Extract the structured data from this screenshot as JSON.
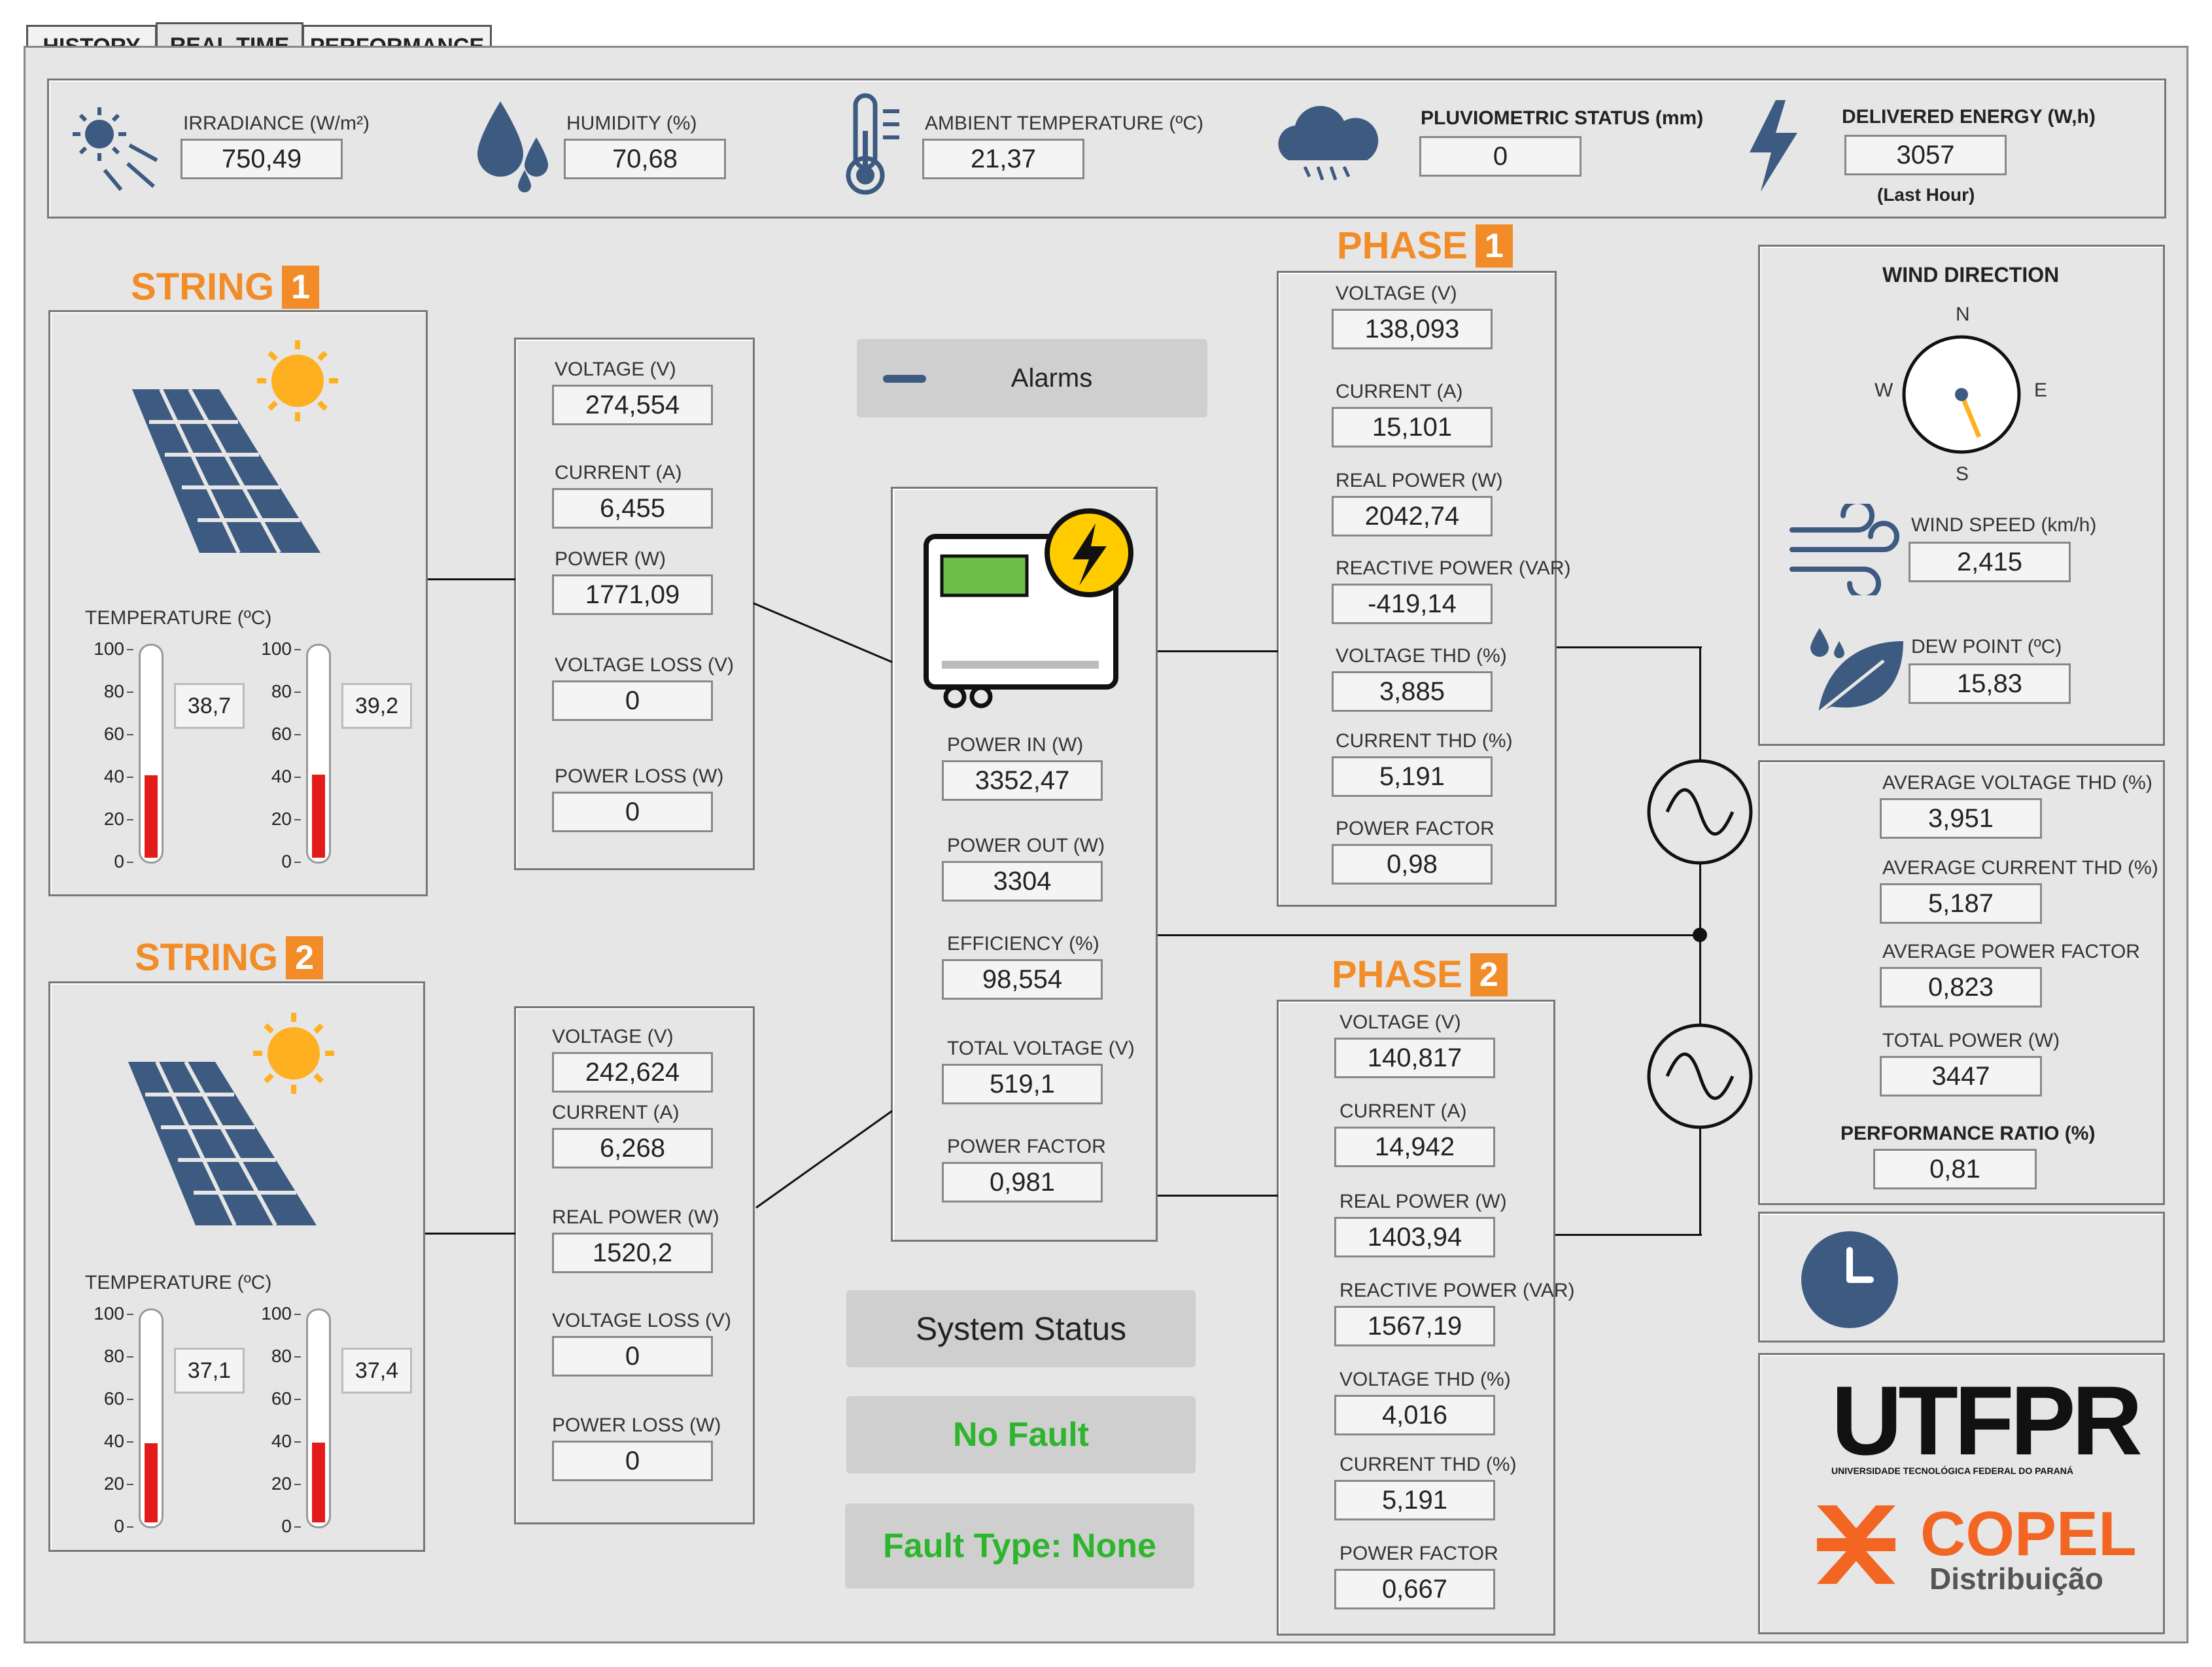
{
  "tabs": [
    "HISTORY",
    "REAL TIME",
    "PERFORMANCE"
  ],
  "weather": {
    "irradiance": {
      "label": "IRRADIANCE (W/m²)",
      "value": "750,49"
    },
    "humidity": {
      "label": "HUMIDITY (%)",
      "value": "70,68"
    },
    "ambient_temperature": {
      "label": "AMBIENT TEMPERATURE (ºC)",
      "value": "21,37"
    },
    "pluviometric": {
      "label": "PLUVIOMETRIC STATUS (mm)",
      "value": "0"
    },
    "delivered_energy": {
      "label": "DELIVERED ENERGY (W,h)",
      "value": "3057",
      "note": "(Last Hour)"
    }
  },
  "strings": [
    {
      "title": "STRING",
      "number": "1",
      "temperature_label": "TEMPERATURE (ºC)",
      "temp1": "38,7",
      "temp2": "39,2",
      "temp1_level": 38.7,
      "temp2_level": 39.2,
      "metrics": [
        {
          "label": "VOLTAGE (V)",
          "value": "274,554"
        },
        {
          "label": "CURRENT (A)",
          "value": "6,455"
        },
        {
          "label": "POWER (W)",
          "value": "1771,09"
        },
        {
          "label": "VOLTAGE LOSS (V)",
          "value": "0"
        },
        {
          "label": "POWER LOSS (W)",
          "value": "0"
        }
      ]
    },
    {
      "title": "STRING",
      "number": "2",
      "temperature_label": "TEMPERATURE (ºC)",
      "temp1": "37,1",
      "temp2": "37,4",
      "temp1_level": 37.1,
      "temp2_level": 37.4,
      "metrics": [
        {
          "label": "VOLTAGE (V)",
          "value": "242,624"
        },
        {
          "label": "CURRENT (A)",
          "value": "6,268"
        },
        {
          "label": "REAL POWER (W)",
          "value": "1520,2"
        },
        {
          "label": "VOLTAGE LOSS (V)",
          "value": "0"
        },
        {
          "label": "POWER LOSS (W)",
          "value": "0"
        }
      ]
    }
  ],
  "thermometer_ticks": [
    "100",
    "80",
    "60",
    "40",
    "20",
    "0"
  ],
  "alarms_label": "Alarms",
  "inverter": {
    "metrics": [
      {
        "label": "POWER IN (W)",
        "value": "3352,47"
      },
      {
        "label": "POWER OUT (W)",
        "value": "3304"
      },
      {
        "label": "EFFICIENCY (%)",
        "value": "98,554"
      },
      {
        "label": "TOTAL VOLTAGE (V)",
        "value": "519,1"
      },
      {
        "label": "POWER FACTOR",
        "value": "0,981"
      }
    ]
  },
  "status": {
    "system_status": "System Status",
    "fault": "No Fault",
    "fault_type": "Fault Type: None",
    "ok_color": "#2db52d"
  },
  "phases": [
    {
      "title": "PHASE",
      "number": "1",
      "metrics": [
        {
          "label": "VOLTAGE (V)",
          "value": "138,093"
        },
        {
          "label": "CURRENT (A)",
          "value": "15,101"
        },
        {
          "label": "REAL POWER (W)",
          "value": "2042,74"
        },
        {
          "label": "REACTIVE POWER (VAR)",
          "value": "-419,14"
        },
        {
          "label": "VOLTAGE THD (%)",
          "value": "3,885"
        },
        {
          "label": "CURRENT THD (%)",
          "value": "5,191"
        },
        {
          "label": "POWER FACTOR",
          "value": "0,98"
        }
      ]
    },
    {
      "title": "PHASE",
      "number": "2",
      "metrics": [
        {
          "label": "VOLTAGE (V)",
          "value": "140,817"
        },
        {
          "label": "CURRENT (A)",
          "value": "14,942"
        },
        {
          "label": "REAL POWER (W)",
          "value": "1403,94"
        },
        {
          "label": "REACTIVE POWER (VAR)",
          "value": "1567,19"
        },
        {
          "label": "VOLTAGE THD (%)",
          "value": "4,016"
        },
        {
          "label": "CURRENT THD (%)",
          "value": "5,191"
        },
        {
          "label": "POWER FACTOR",
          "value": "0,667"
        }
      ]
    }
  ],
  "wind": {
    "title": "WIND DIRECTION",
    "n": "N",
    "s": "S",
    "e": "E",
    "w": "W",
    "speed_label": "WIND SPEED (km/h)",
    "speed": "2,415",
    "dew_label": "DEW POINT (ºC)",
    "dew": "15,83"
  },
  "performance": {
    "metrics": [
      {
        "label": "AVERAGE VOLTAGE THD (%)",
        "value": "3,951"
      },
      {
        "label": "AVERAGE CURRENT THD (%)",
        "value": "5,187"
      },
      {
        "label": "AVERAGE POWER FACTOR",
        "value": "0,823"
      },
      {
        "label": "TOTAL POWER (W)",
        "value": "3447"
      }
    ],
    "ratio_label": "PERFORMANCE RATIO (%)",
    "ratio": "0,81"
  },
  "logos": {
    "utfpr": "UTFPR",
    "utfpr_sub": "UNIVERSIDADE TECNOLÓGICA FEDERAL DO PARANÁ",
    "copel": "COPEL",
    "copel_sub": "Distribuição"
  },
  "colors": {
    "accent": "#f28c28",
    "panel_blue": "#3d5a80",
    "alarm": "#e31b1b",
    "ok": "#2db52d"
  }
}
